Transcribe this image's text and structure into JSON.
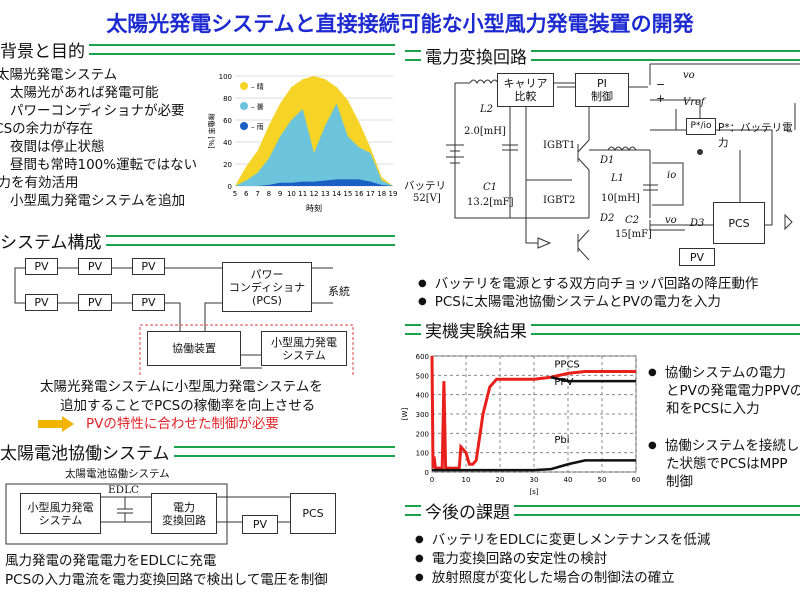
{
  "title": "太陽光発電システムと直接接続可能な小型風力発電装置の開発",
  "sections": {
    "background": {
      "heading": "背景と目的",
      "lines": [
        "太陽光発電システム",
        "太陽光があれば発電可能",
        "パワーコンディショナが必要",
        "PCSの余力が存在",
        "夜間は停止状態",
        "昼間も常時100%運転ではない",
        "余力を有効活用",
        "小型風力発電システムを追加"
      ]
    },
    "system": {
      "heading": "システム構成",
      "pv": "PV",
      "pcs": "パワー\nコンディショナ\n(PCS)",
      "grid": "系統",
      "coop": "協働装置",
      "wind": "小型風力発電\nシステム",
      "text1": "太陽光発電システムに小型風力発電システムを",
      "text2": "追加することでPCSの稼働率を向上させる",
      "red": "PVの特性に合わせた制御が必要"
    },
    "solar_coop": {
      "heading": "太陽電池協働システム",
      "frame_label": "太陽電池協働システム",
      "wind": "小型風力発電\nシステム",
      "edlc": "EDLC",
      "converter": "電力\n変換回路",
      "pv": "PV",
      "pcs": "PCS",
      "text1": "風力発電の発電電力をEDLCに充電",
      "text2": "PCSの入力電流を電力変換回路で検出して電圧を制御"
    },
    "circuit": {
      "heading": "電力変換回路",
      "carrier": "キャリア\n比較",
      "pi": "PI\n制御",
      "vo": "vo",
      "vref": "Vref",
      "minus": "−",
      "plus": "+",
      "pstar": "P*/io",
      "pstar_desc": "P*：バッテリ電力",
      "l2": "L2",
      "l2v": "2.0[mH]",
      "igbt1": "IGBT1",
      "d1": "D1",
      "igbt2": "IGBT2",
      "d2": "D2",
      "battery": "バッテリ",
      "battery_v": "52[V]",
      "c1": "C1",
      "c1v": "13.2[mF]",
      "l1": "L1",
      "l1v": "10[mH]",
      "io": "io",
      "c2": "C2",
      "c2v": "15[mF]",
      "d3": "D3",
      "pcs": "PCS",
      "pv": "PV",
      "bullets": [
        "バッテリを電源とする双方向チョッパ回路の降圧動作",
        "PCSに太陽電池協働システムとPVの電力を入力"
      ]
    },
    "results": {
      "heading": "実機実験結果",
      "bullets": [
        [
          "協働システムの電力",
          "とPVの発電電力PPVの",
          "和をPCSに入力"
        ],
        [
          "協働システムを接続し",
          "た状態でPCSはMPP",
          "制御"
        ]
      ]
    },
    "future": {
      "heading": "今後の課題",
      "bullets": [
        "バッテリをEDLCに変更しメンテナンスを低減",
        "電力変換回路の安定性の検討",
        "放射照度が変化した場合の制御法の確立"
      ]
    }
  },
  "chart_data": [
    {
      "type": "area",
      "title": "",
      "xlabel": "時刻",
      "ylabel": "稼働率 [%]",
      "xlim": [
        5,
        19
      ],
      "ylim": [
        0,
        100
      ],
      "x": [
        5,
        6,
        7,
        8,
        9,
        10,
        11,
        12,
        13,
        14,
        15,
        16,
        17,
        18,
        19
      ],
      "yticks": [
        0,
        20,
        40,
        60,
        80,
        100
      ],
      "legend": [
        "晴",
        "曇",
        "雨"
      ],
      "series": [
        {
          "name": "晴",
          "color": "#f5d327",
          "values": [
            0,
            18,
            32,
            55,
            75,
            90,
            97,
            100,
            97,
            90,
            78,
            58,
            35,
            8,
            0
          ]
        },
        {
          "name": "曇",
          "color": "#6cc3dc",
          "values": [
            0,
            5,
            12,
            25,
            45,
            60,
            70,
            30,
            55,
            75,
            45,
            35,
            30,
            5,
            0
          ]
        },
        {
          "name": "雨",
          "color": "#1a5fc4",
          "values": [
            0,
            0,
            0,
            1,
            3,
            3,
            4,
            4,
            5,
            6,
            6,
            6,
            4,
            1,
            0
          ]
        }
      ]
    },
    {
      "type": "line",
      "xlabel": "[s]",
      "ylabel": "[W]",
      "xlim": [
        0,
        60
      ],
      "ylim": [
        0,
        600
      ],
      "xticks": [
        0,
        10,
        20,
        30,
        40,
        50,
        60
      ],
      "yticks": [
        0,
        100,
        200,
        300,
        400,
        500,
        600
      ],
      "series": [
        {
          "name": "PPCS",
          "color": "#e8201c",
          "x": [
            0,
            0.3,
            0.6,
            1,
            3,
            3.5,
            4,
            4.5,
            8,
            8.5,
            10,
            11,
            12,
            13,
            15,
            17,
            19,
            22,
            30,
            35,
            40,
            45,
            50,
            60
          ],
          "values": [
            600,
            20,
            80,
            20,
            20,
            470,
            20,
            20,
            20,
            130,
            100,
            40,
            40,
            60,
            300,
            440,
            480,
            480,
            480,
            490,
            510,
            520,
            520,
            520
          ]
        },
        {
          "name": "PPV",
          "color": "#111",
          "x": [
            35,
            40,
            45,
            50,
            60
          ],
          "values": [
            490,
            470,
            470,
            470,
            470
          ]
        },
        {
          "name": "Pbi",
          "color": "#111",
          "x": [
            0,
            10,
            20,
            30,
            35,
            40,
            45,
            50,
            60
          ],
          "values": [
            10,
            10,
            10,
            10,
            15,
            40,
            60,
            60,
            60
          ]
        }
      ]
    }
  ]
}
